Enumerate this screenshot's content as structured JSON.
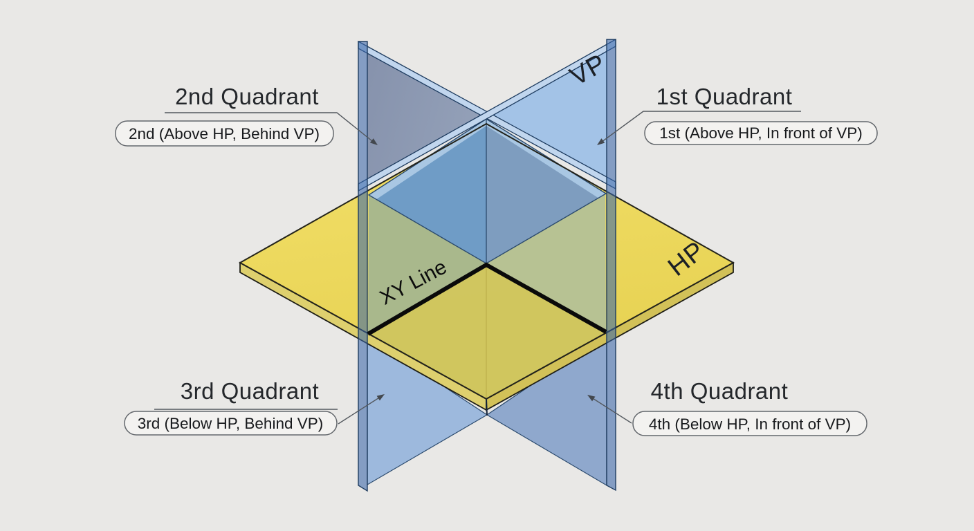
{
  "diagram": {
    "background_color": "#e9e8e6",
    "vp": {
      "label": "VP",
      "strip_color": "#7e9cc5",
      "back_panel_color": "#8d99b2",
      "front_panel_color": "#a3c3e7"
    },
    "hp": {
      "label": "HP",
      "top_color": "#ecd75a",
      "side_color": "#ded06e"
    },
    "xy": {
      "label": "XY Line",
      "line_color": "#0a0a0a"
    },
    "quadrants": [
      {
        "name": "1st Quadrant",
        "note": "1st (Above HP, In front of VP)"
      },
      {
        "name": "2nd Quadrant",
        "note": "2nd (Above HP, Behind VP)"
      },
      {
        "name": "3rd Quadrant",
        "note": "3rd (Below HP, Behind VP)"
      },
      {
        "name": "4th Quadrant",
        "note": "4th (Below HP, In front of VP)"
      }
    ]
  }
}
